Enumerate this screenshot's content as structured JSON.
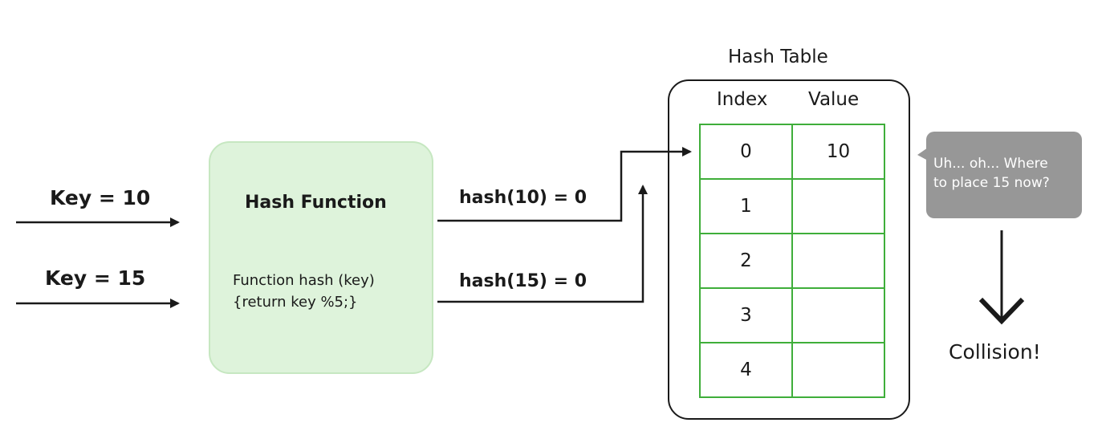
{
  "inputs": [
    {
      "label": "Key = 10"
    },
    {
      "label": "Key = 15"
    }
  ],
  "hash_function": {
    "title": "Hash Function",
    "code_line1": "Function hash (key)",
    "code_line2": "{return key %5;}"
  },
  "hash_results": [
    {
      "label": "hash(10) = 0"
    },
    {
      "label": "hash(15) = 0"
    }
  ],
  "hash_table": {
    "title": "Hash Table",
    "col_index": "Index",
    "col_value": "Value",
    "rows": [
      {
        "index": "0",
        "value": "10"
      },
      {
        "index": "1",
        "value": ""
      },
      {
        "index": "2",
        "value": ""
      },
      {
        "index": "3",
        "value": ""
      },
      {
        "index": "4",
        "value": ""
      }
    ]
  },
  "bubble": {
    "line1": "Uh... oh... Where",
    "line2": "to place 15 now?"
  },
  "result": "Collision!",
  "colors": {
    "hash_box_fill": "#def3db",
    "table_grid": "#3fae3a",
    "bubble_fill": "#979797",
    "stroke": "#1a1a1a"
  }
}
